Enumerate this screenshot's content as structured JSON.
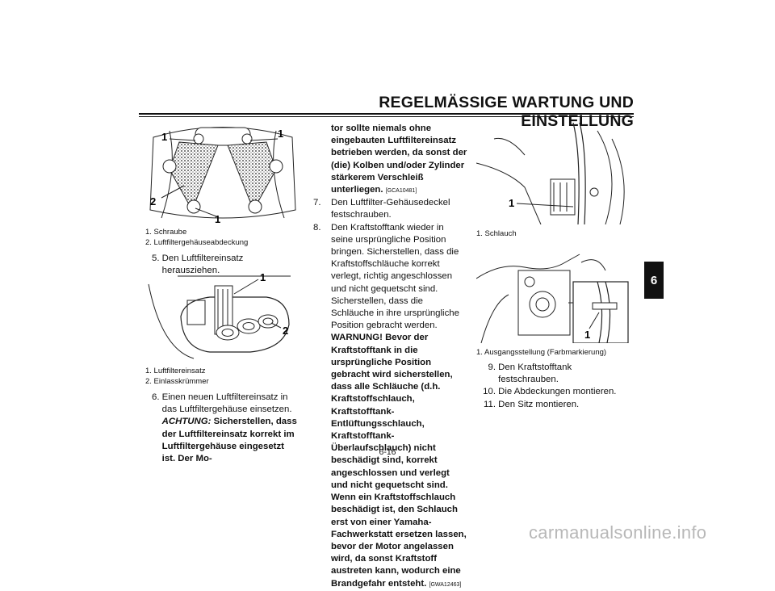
{
  "header": {
    "title": "REGELMÄSSIGE WARTUNG UND EINSTELLUNG"
  },
  "chapter_tab": "6",
  "figure1": {
    "callouts": [
      "1",
      "1",
      "2",
      "1"
    ],
    "legend": [
      "1. Schraube",
      "2. Luftfiltergehäuseabdeckung"
    ]
  },
  "step5": {
    "num": "5.",
    "text": "Den Luftfiltereinsatz herausziehen."
  },
  "figure2": {
    "callouts": [
      "1",
      "2"
    ],
    "legend": [
      "1. Luftfiltereinsatz",
      "2. Einlasskrümmer"
    ]
  },
  "step6": {
    "num": "6.",
    "text": "Einen neuen Luftfiltereinsatz in das Luftfiltergehäuse einsetzen.",
    "caution_label": "ACHTUNG:",
    "caution_text_a": "Sicherstellen, dass der Luftfiltereinsatz korrekt im Luftfiltergehäuse eingesetzt ist. Der Motor sollte niemals ohne eingebauten Luftfiltereinsatz betrieben werden, da sonst der (die) Kolben und/oder Zylinder stärkerem Verschleiß unterliegen.",
    "caution_code": "[GCA10481]"
  },
  "step7": {
    "num": "7.",
    "text": "Den Luftfilter-Gehäusedeckel festschrauben."
  },
  "step8": {
    "num": "8.",
    "text": "Den Kraftstofftank wieder in seine ursprüngliche Position bringen. Sicherstellen, dass die Kraftstoffschläuche korrekt verlegt, richtig angeschlossen und nicht gequetscht sind. Sicherstellen, dass die Schläuche in ihre ursprüngliche Position gebracht werden.",
    "warning_text": "WARNUNG! Bevor der Kraftstofftank in die ursprüngliche Position gebracht wird sicherstellen, dass alle Schläuche (d.h. Kraftstoffschlauch, Kraftstofftank-Entlüftungsschlauch, Kraftstofftank-Überlaufschlauch) nicht beschädigt sind, korrekt angeschlossen und verlegt und nicht gequetscht sind. Wenn ein Kraftstoffschlauch beschädigt ist, den Schlauch erst von einer Yamaha-Fachwerkstatt ersetzen lassen, bevor der Motor angelassen wird, da sonst Kraftstoff austreten kann, wodurch eine Brandgefahr entsteht.",
    "warning_code": "[GWA12463]"
  },
  "figure3": {
    "callouts": [
      "1"
    ],
    "legend": [
      "1. Schlauch"
    ]
  },
  "figure4": {
    "callouts": [
      "1"
    ],
    "legend": [
      "1. Ausgangsstellung (Farbmarkierung)"
    ]
  },
  "step9": {
    "num": "9.",
    "text": "Den Kraftstofftank festschrauben."
  },
  "step10": {
    "num": "10.",
    "text": "Die Abdeckungen montieren."
  },
  "step11": {
    "num": "11.",
    "text": "Den Sitz montieren."
  },
  "page_number": "6-16",
  "watermark": "carmanualsonline.info"
}
